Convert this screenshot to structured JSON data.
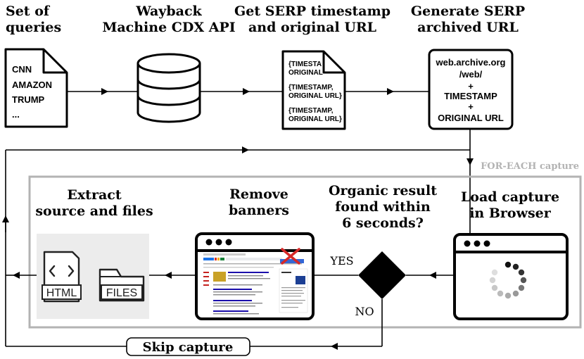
{
  "steps": {
    "queries": {
      "title": [
        "Set of",
        "queries"
      ],
      "items": [
        "CNN",
        "AMAZON",
        "TRUMP",
        "..."
      ]
    },
    "cdx": {
      "title": [
        "Wayback",
        "Machine CDX API"
      ]
    },
    "serp": {
      "title": [
        "Get SERP timestamp",
        "and original URL"
      ],
      "items": [
        "{TIMESTA",
        "ORIGINAL",
        "{TIMESTAMP,",
        "ORIGINAL URL}",
        "{TIMESTAMP,",
        "ORIGINAL URL}"
      ]
    },
    "archived": {
      "title": [
        "Generate SERP",
        "archived URL"
      ],
      "lines": [
        "web.archive.org",
        "/web/",
        "+",
        "TIMESTAMP",
        "+",
        "ORIGINAL URL"
      ]
    }
  },
  "loop": {
    "label": "FOR-EACH capture",
    "load": {
      "title": [
        "Load capture",
        "in Browser"
      ]
    },
    "decision": {
      "title": [
        "Organic result",
        "found within",
        "6 seconds?"
      ],
      "yes": "YES",
      "no": "NO"
    },
    "remove": {
      "title": [
        "Remove",
        "banners"
      ]
    },
    "extract": {
      "title": [
        "Extract",
        "source and files"
      ],
      "html_label": "HTML",
      "files_label": "FILES"
    }
  },
  "skip": {
    "label": "Skip capture"
  }
}
